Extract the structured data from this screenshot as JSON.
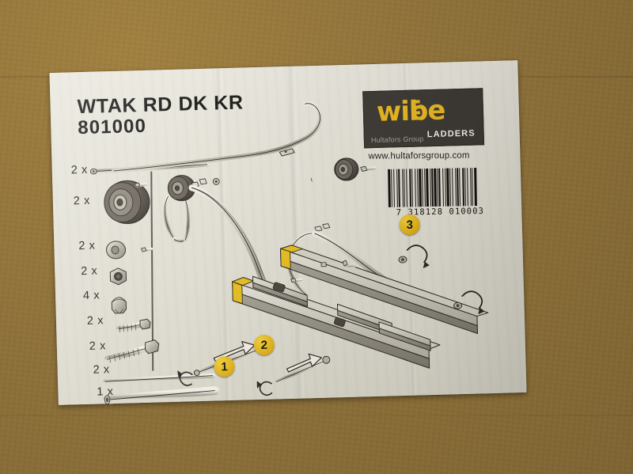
{
  "scene": {
    "background_label": "cardboard-box",
    "cardboard_color": "#8d7038",
    "label_paper_color": "#e2e0d4"
  },
  "label": {
    "title": "WTAK RD DK KR",
    "article_number": "801000"
  },
  "logo": {
    "brand": "wibe",
    "group": "Hultafors Group",
    "category": "LADDERS",
    "url": "www.hultaforsgroup.com",
    "brand_color": "#e8b822",
    "panel_color": "#3e3a35"
  },
  "barcode": {
    "number": "7 318128 010003",
    "widths": [
      3,
      1,
      1,
      2,
      1,
      3,
      1,
      1,
      2,
      3,
      1,
      1,
      1,
      2,
      1,
      3,
      2,
      1,
      1,
      3,
      1,
      2,
      1,
      1,
      3,
      1,
      1,
      2,
      1,
      1,
      3,
      2,
      1,
      1,
      2,
      1,
      3,
      1,
      1,
      1,
      2,
      3,
      1,
      2,
      1,
      1,
      3,
      1,
      1,
      2,
      1,
      3,
      1,
      1,
      2,
      1,
      1,
      3,
      2,
      1,
      1,
      2,
      1,
      3,
      1,
      1,
      1,
      2,
      3,
      1
    ]
  },
  "parts_list": [
    {
      "qty": "2 x",
      "item": "curved-handrail-rod"
    },
    {
      "qty": "2 x",
      "item": "wheel"
    },
    {
      "qty": "2 x",
      "item": "washer"
    },
    {
      "qty": "2 x",
      "item": "hex-nut"
    },
    {
      "qty": "4 x",
      "item": "cap-nut"
    },
    {
      "qty": "2 x",
      "item": "short-bolt"
    },
    {
      "qty": "2 x",
      "item": "long-bolt"
    },
    {
      "qty": "2 x",
      "item": "solid-rod"
    },
    {
      "qty": "1 x",
      "item": "tube"
    }
  ],
  "steps": [
    {
      "number": "1",
      "action": "rotate-axle"
    },
    {
      "number": "2",
      "action": "insert-rod"
    },
    {
      "number": "3",
      "action": "tighten-rail-ends"
    }
  ],
  "assembly": {
    "rail_accent_color": "#e5bc1f",
    "metal_color": "#b9b5a8",
    "outline_color": "#2c2a24"
  }
}
